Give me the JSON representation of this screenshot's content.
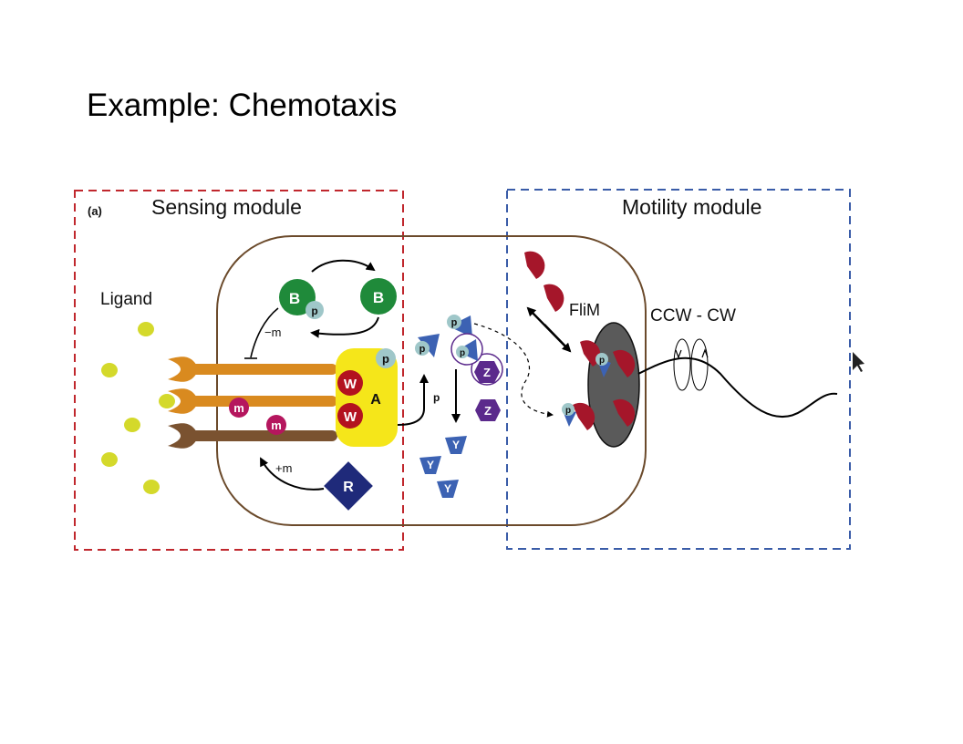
{
  "slide": {
    "title": "Example:  Chemotaxis"
  },
  "figure": {
    "panel_label": "(a)",
    "sensing_module": "Sensing module",
    "motility_module": "Motility module",
    "ligand": "Ligand",
    "flim": "FliM",
    "rotation": "CCW - CW",
    "minus_m": "−m",
    "plus_m": "+m",
    "p": "p",
    "protein_B": "B",
    "protein_W": "W",
    "protein_A": "A",
    "protein_R": "R",
    "protein_Y": "Y",
    "protein_Z": "Z",
    "methyl": "m"
  },
  "colors": {
    "sensing_border": "#c0272d",
    "motility_border": "#3a5ca8",
    "cell_membrane": "#6b4a2b",
    "ligand": "#d4d92b",
    "receptor_orange": "#d98a1f",
    "receptor_brown": "#7a5230",
    "cheA_yellow": "#f5e61a",
    "cheW_red": "#b3121f",
    "cheB_green": "#1f8a3a",
    "phospho": "#9fc7c9",
    "methyl_magenta": "#b5165e",
    "cheR_navy": "#1f2a7a",
    "cheY_blue": "#3c62b3",
    "cheZ_purple": "#5b2a8c",
    "flim_red": "#a5162a",
    "motor_gray": "#5a5a5a"
  }
}
